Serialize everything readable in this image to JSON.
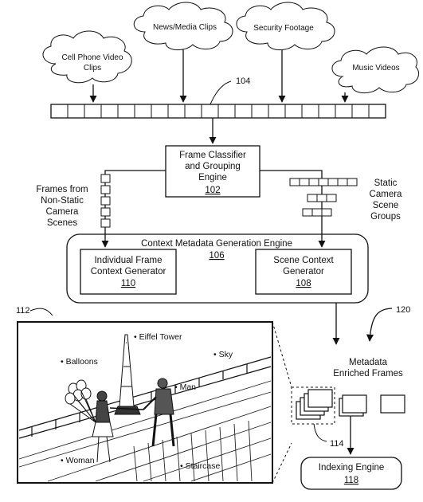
{
  "sources": {
    "cell_phone_line1": "Cell Phone Video",
    "cell_phone_line2": "Clips",
    "news_media": "News/Media Clips",
    "security": "Security Footage",
    "music": "Music Videos"
  },
  "stream_ref": "104",
  "classifier": {
    "line1": "Frame Classifier",
    "line2": "and Grouping",
    "line3": "Engine",
    "ref": "102"
  },
  "non_static": {
    "line1": "Frames from",
    "line2": "Non-Static",
    "line3": "Camera",
    "line4": "Scenes"
  },
  "static": {
    "line1": "Static",
    "line2": "Camera",
    "line3": "Scene",
    "line4": "Groups"
  },
  "context_engine": {
    "title": "Context Metadata Generation Engine",
    "ref": "106"
  },
  "individual_gen": {
    "line1": "Individual Frame",
    "line2": "Context Generator",
    "ref": "110"
  },
  "scene_gen": {
    "line1": "Scene Context",
    "line2": "Generator",
    "ref": "108"
  },
  "image_ref": "112",
  "image_labels": {
    "eiffel": "• Eiffel Tower",
    "sky": "• Sky",
    "balloons": "• Balloons",
    "man": "• Man",
    "woman": "• Woman",
    "staircase": "• Staircase"
  },
  "enriched": {
    "ref": "120",
    "line1": "Metadata",
    "line2": "Enriched Frames"
  },
  "group_ref": "114",
  "indexing": {
    "line1": "Indexing Engine",
    "ref": "118"
  }
}
